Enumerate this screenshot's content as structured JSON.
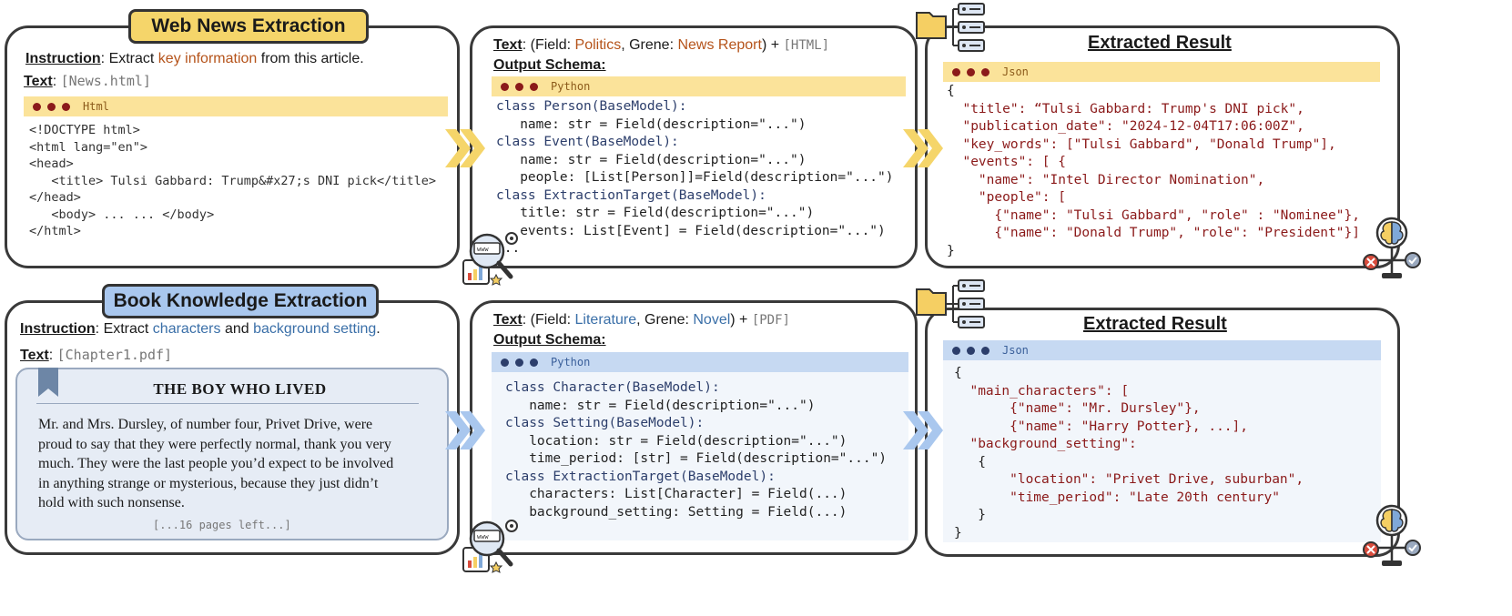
{
  "top": {
    "badge": "Web News Extraction",
    "instruction_label": "Instruction",
    "instruction_pre": ": Extract ",
    "instruction_hl": "key information",
    "instruction_post": " from this article.",
    "text_label": "Text",
    "text_value": "[News.html]",
    "bar_lang": "Html",
    "html_lines": [
      "<!DOCTYPE html>",
      "<html lang=\"en\">",
      "<head>",
      "   <title> Tulsi Gabbard: Trump&#x27;s DNI pick</title>",
      "</head>",
      "   <body> ... ... </body>",
      "</html>"
    ],
    "schema_text_label": "Text",
    "schema_text_pre": ": (Field: ",
    "schema_field": "Politics",
    "schema_mid": ", Grene: ",
    "schema_genre": "News Report",
    "schema_post": ") + ",
    "schema_format": "[HTML]",
    "output_schema_label": "Output Schema:",
    "schema_bar_lang": "Python",
    "schema_lines": [
      "class Person(BaseModel):",
      "   name: str = Field(description=\"...\")",
      "class Event(BaseModel):",
      "   name: str = Field(description=\"...\")",
      "   people: [List[Person]]=Field(description=\"...\")",
      "class ExtractionTarget(BaseModel):",
      "   title: str = Field(description=\"...\")",
      "   events: List[Event] = Field(description=\"...\")",
      "..."
    ],
    "result_title": "Extracted Result",
    "result_bar_lang": "Json",
    "result_lines": [
      "{",
      "  \"title\": “Tulsi Gabbard: Trump's DNI pick\",",
      "  \"publication_date\": \"2024-12-04T17:06:00Z\",",
      "  \"key_words\": [\"Tulsi Gabbard\", \"Donald Trump\"],",
      "  \"events\": [ {",
      "    \"name\": \"Intel Director Nomination\",",
      "    \"people\": [",
      "      {\"name\": \"Tulsi Gabbard\", \"role\" : \"Nominee\"},",
      "      {\"name\": \"Donald Trump\", \"role\": \"President\"}]",
      "}"
    ]
  },
  "bottom": {
    "badge": "Book Knowledge Extraction",
    "instruction_label": "Instruction",
    "instruction_pre": ": Extract ",
    "instruction_hl1": "characters",
    "instruction_mid": " and ",
    "instruction_hl2": "background setting",
    "instruction_post": ".",
    "text_label": "Text",
    "text_value": "[Chapter1.pdf]",
    "book_title": "THE BOY WHO LIVED",
    "book_lines": [
      "Mr. and Mrs. Dursley, of number four, Privet Drive, were",
      "proud to say that they were perfectly normal, thank you very",
      "much. They were the last people you’d expect to be involved",
      "in anything strange or mysterious, because they just didn’t",
      "hold with such nonsense."
    ],
    "pages_left": "[...16 pages left...]",
    "schema_text_label": "Text",
    "schema_text_pre": ": (Field: ",
    "schema_field": "Literature",
    "schema_mid": ", Grene: ",
    "schema_genre": "Novel",
    "schema_post": ") + ",
    "schema_format": "[PDF]",
    "output_schema_label": "Output Schema:",
    "schema_bar_lang": "Python",
    "schema_lines": [
      "class Character(BaseModel):",
      "   name: str = Field(description=\"...\")",
      "class Setting(BaseModel):",
      "   location: str = Field(description=\"...\")",
      "   time_period: [str] = Field(description=\"...\")",
      "class ExtractionTarget(BaseModel):",
      "   characters: List[Character] = Field(...)",
      "   background_setting: Setting = Field(...)"
    ],
    "result_title": "Extracted Result",
    "result_bar_lang": "Json",
    "result_lines": [
      "{",
      "  \"main_characters\": [",
      "       {\"name\": \"Mr. Dursley\"},",
      "       {\"name\": \"Harry Potter}, ...],",
      "  \"background_setting\":",
      "   {",
      "       \"location\": \"Privet Drive, suburban\",",
      "       \"time_period\": \"Late 20th century\"",
      "   }",
      "}"
    ]
  },
  "colors": {
    "yellow_accent": "#f5d56a",
    "blue_accent": "#a9c7ee",
    "yellow_bar": "#fbe39a",
    "blue_bar": "#c6d9f2",
    "book_bg": "#e6ecf5"
  }
}
